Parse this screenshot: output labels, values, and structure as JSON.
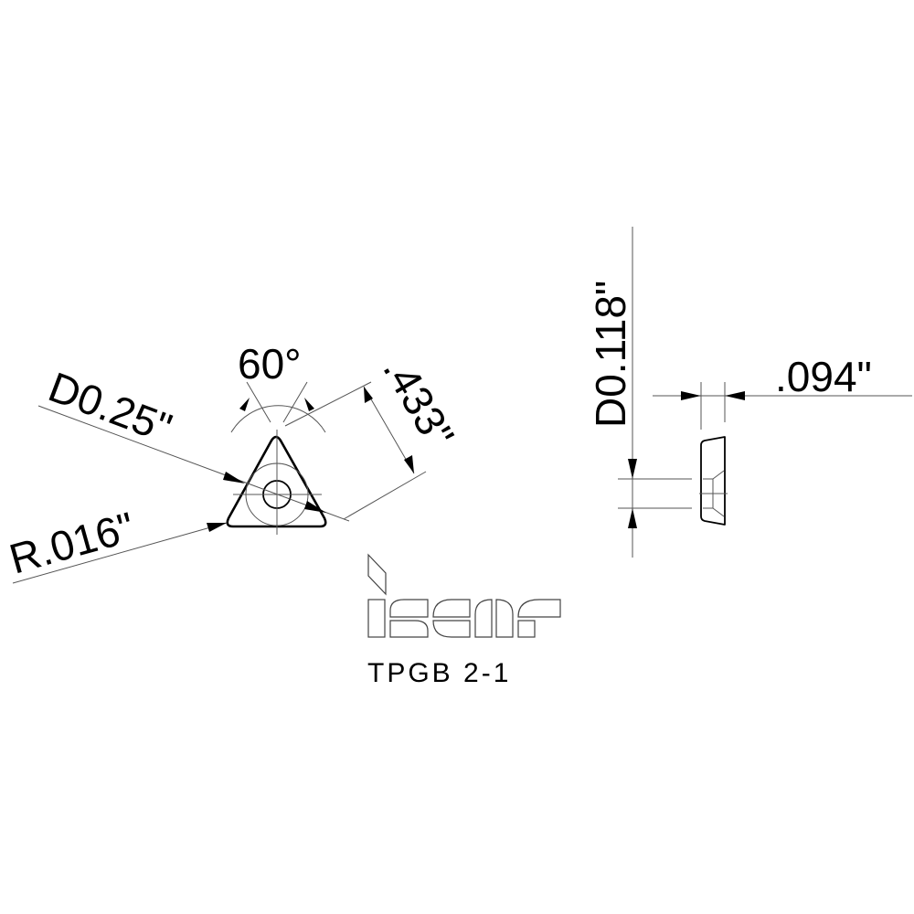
{
  "drawing": {
    "title": "TPGB 2-1",
    "brand": "iscar",
    "dimensions": {
      "inscribed_circle": "D0.25\"",
      "corner_radius": "R.016\"",
      "angle": "60°",
      "edge_length": ".433\"",
      "hole_diameter": "D0.118\"",
      "thickness": ".094\""
    }
  }
}
